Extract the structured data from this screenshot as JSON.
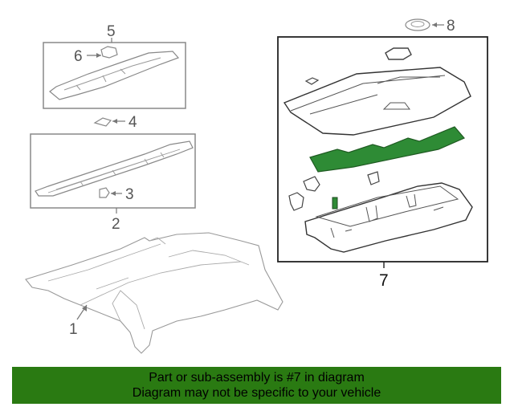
{
  "diagram": {
    "callouts": {
      "c1": "1",
      "c2": "2",
      "c3": "3",
      "c4": "4",
      "c5": "5",
      "c6": "6",
      "c7": "7",
      "c8": "8"
    },
    "highlight_color": "#2e8b35"
  },
  "banner": {
    "line1": "Part or sub-assembly is #7 in diagram",
    "line2": "Diagram may not be specific to your vehicle",
    "color": "#2a7a12"
  }
}
